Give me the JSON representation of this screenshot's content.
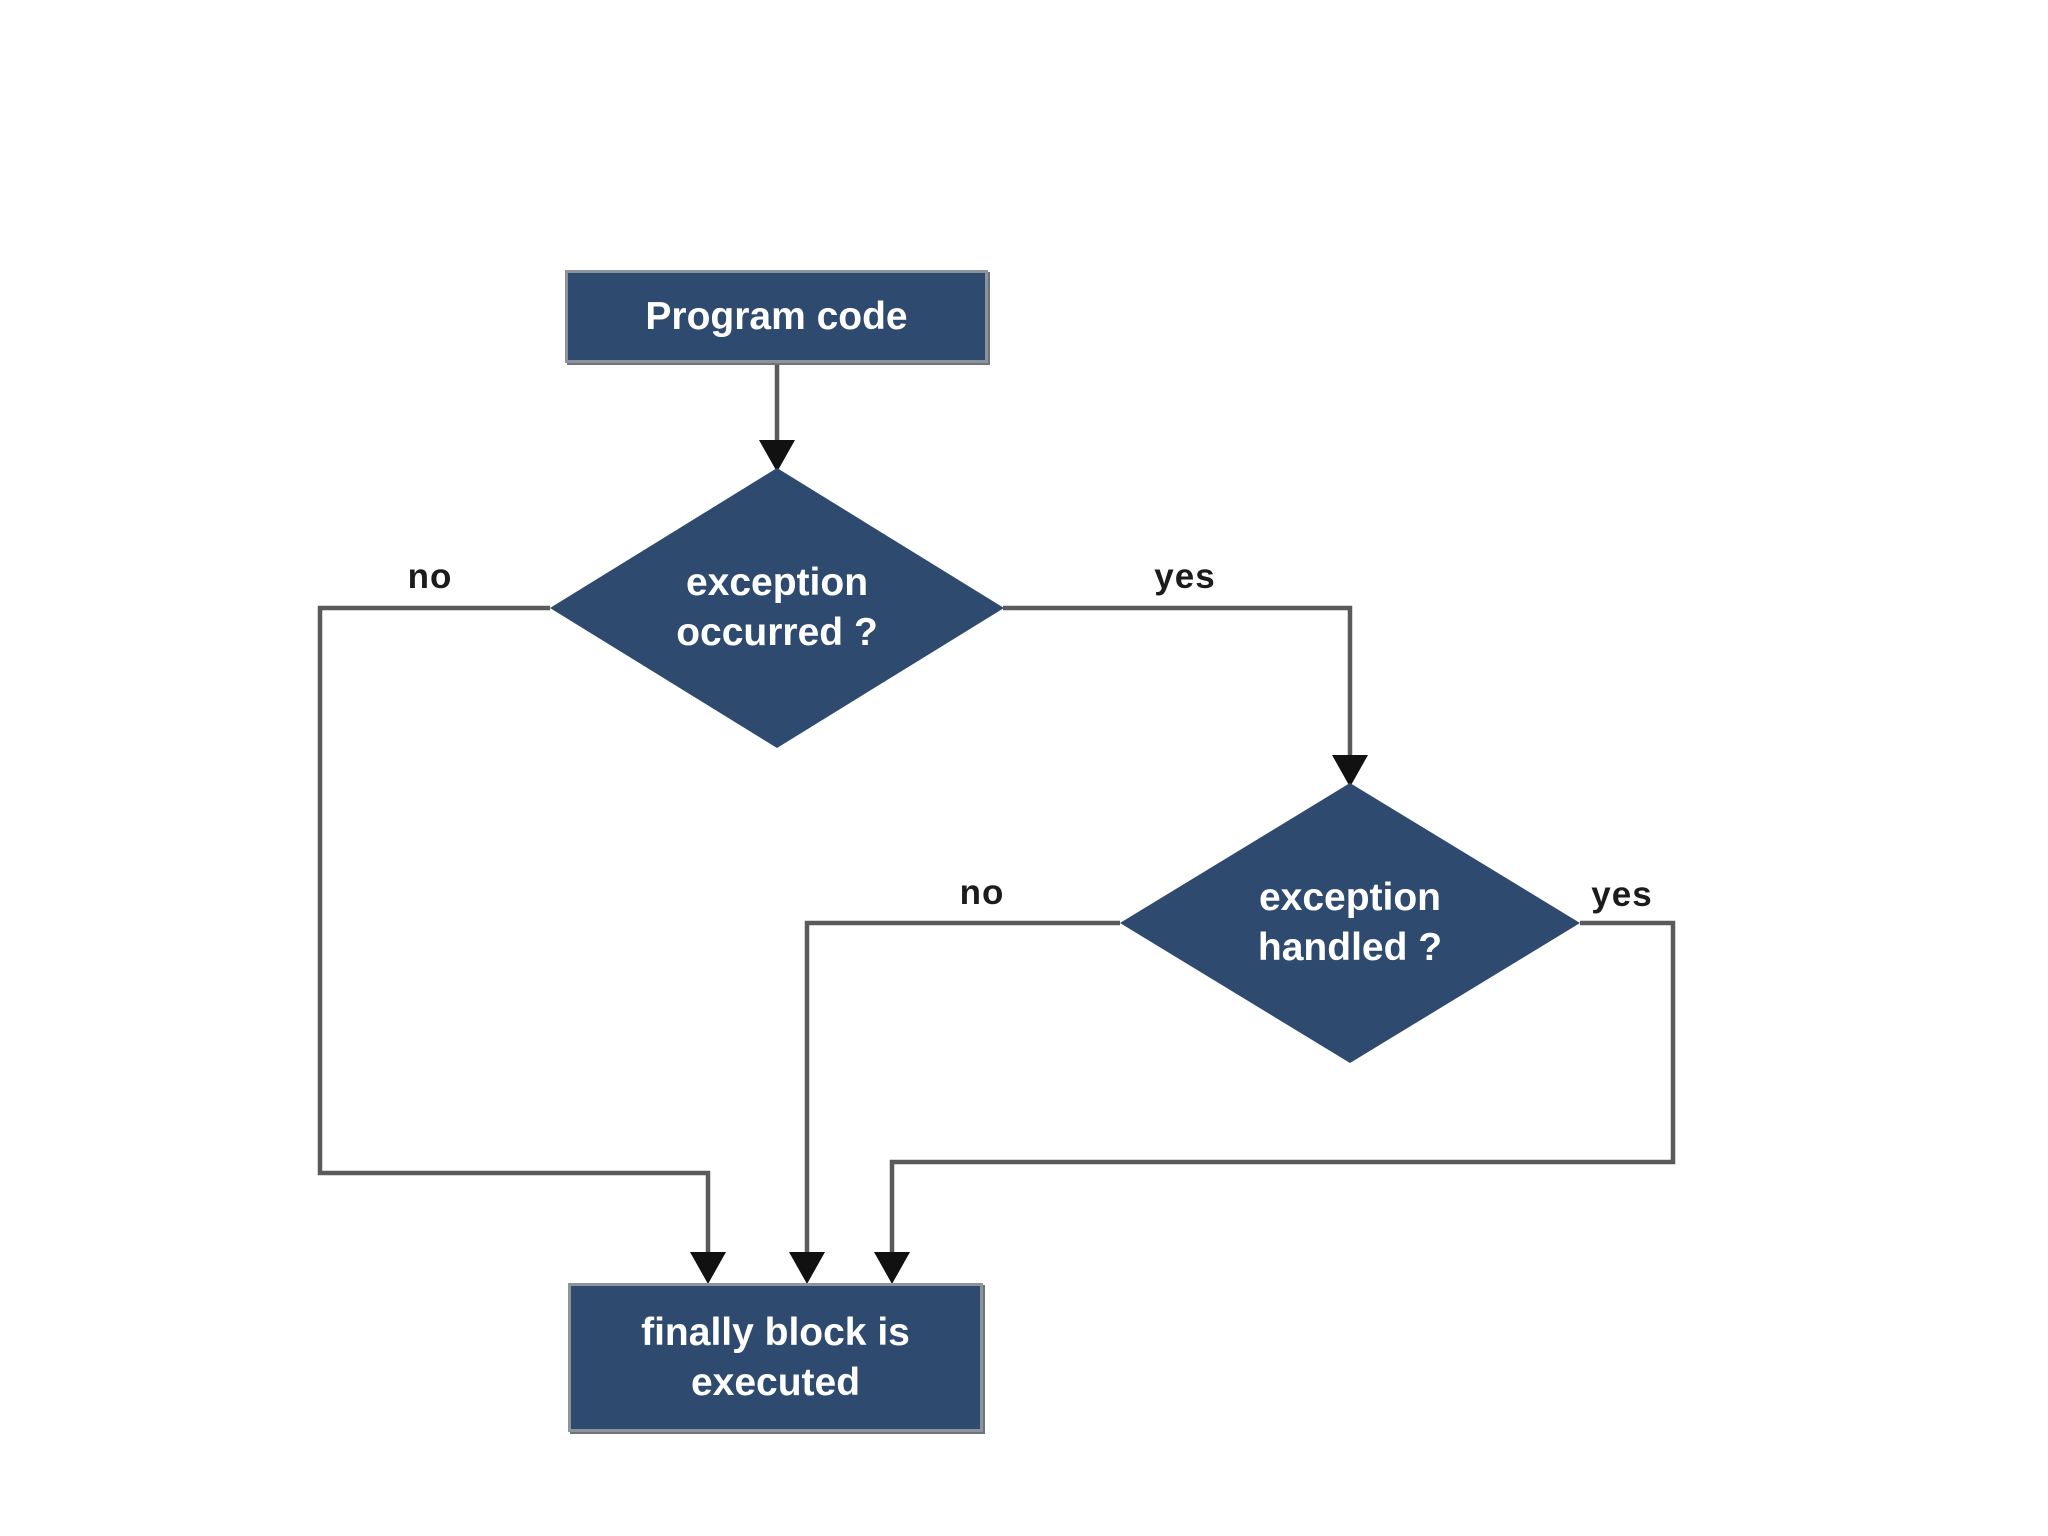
{
  "diagram": {
    "type": "flowchart",
    "subject": "exception handling with finally block",
    "colors": {
      "background": "#ffffff",
      "node_fill": "#2e4a6e",
      "node_text": "#ffffff",
      "node_border": "#8d939b",
      "line": "#5a5a5a",
      "arrowhead": "#111111",
      "edge_label_text": "#1c1c1c"
    },
    "nodes": {
      "program_code": {
        "shape": "rectangle",
        "label": "Program code"
      },
      "exception_occurred": {
        "shape": "diamond",
        "label": "exception\noccurred ?"
      },
      "exception_handled": {
        "shape": "diamond",
        "label": "exception\nhandled ?"
      },
      "finally_block": {
        "shape": "rectangle",
        "label": "finally block is\nexecuted"
      }
    },
    "edges": {
      "start_to_occurred": {
        "from": "program_code",
        "to": "exception_occurred",
        "label": ""
      },
      "occurred_no": {
        "from": "exception_occurred",
        "to": "finally_block",
        "label": "no"
      },
      "occurred_yes": {
        "from": "exception_occurred",
        "to": "exception_handled",
        "label": "yes"
      },
      "handled_no": {
        "from": "exception_handled",
        "to": "finally_block",
        "label": "no"
      },
      "handled_yes": {
        "from": "exception_handled",
        "to": "finally_block",
        "label": "yes"
      }
    }
  }
}
